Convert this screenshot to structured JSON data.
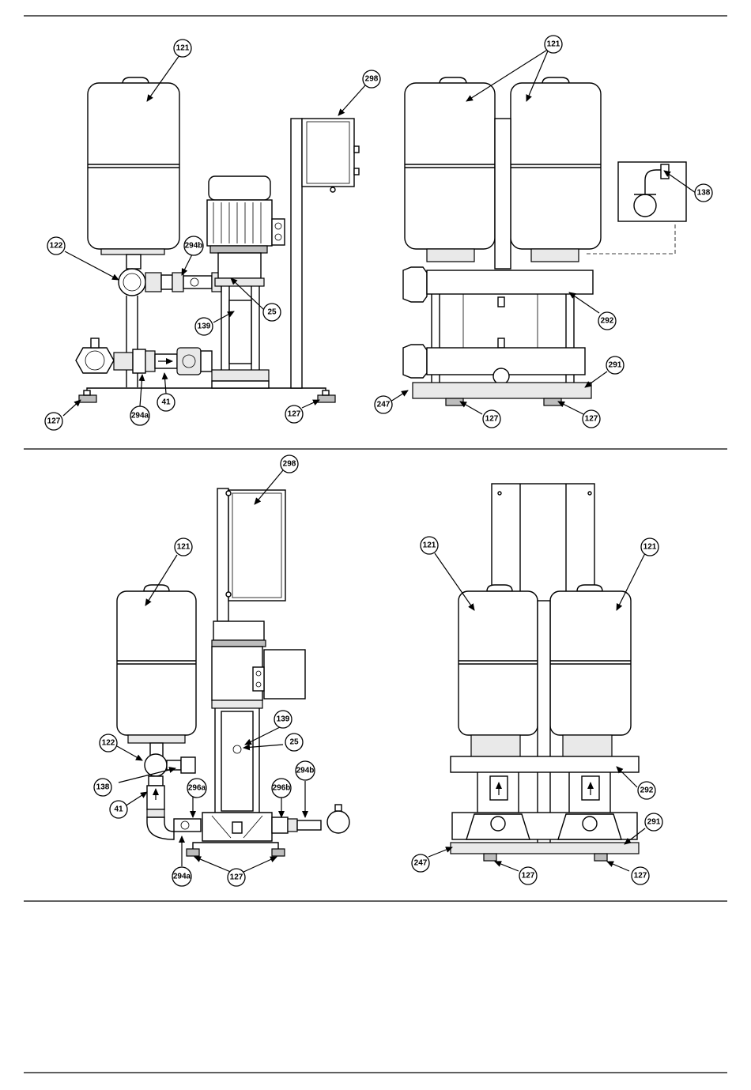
{
  "callouts": {
    "c121": "121",
    "c122": "122",
    "c127": "127",
    "c138": "138",
    "c139": "139",
    "c25": "25",
    "c41": "41",
    "c247": "247",
    "c291": "291",
    "c292": "292",
    "c294a": "294a",
    "c294b": "294b",
    "c296a": "296a",
    "c296b": "296b",
    "c298": "298"
  }
}
